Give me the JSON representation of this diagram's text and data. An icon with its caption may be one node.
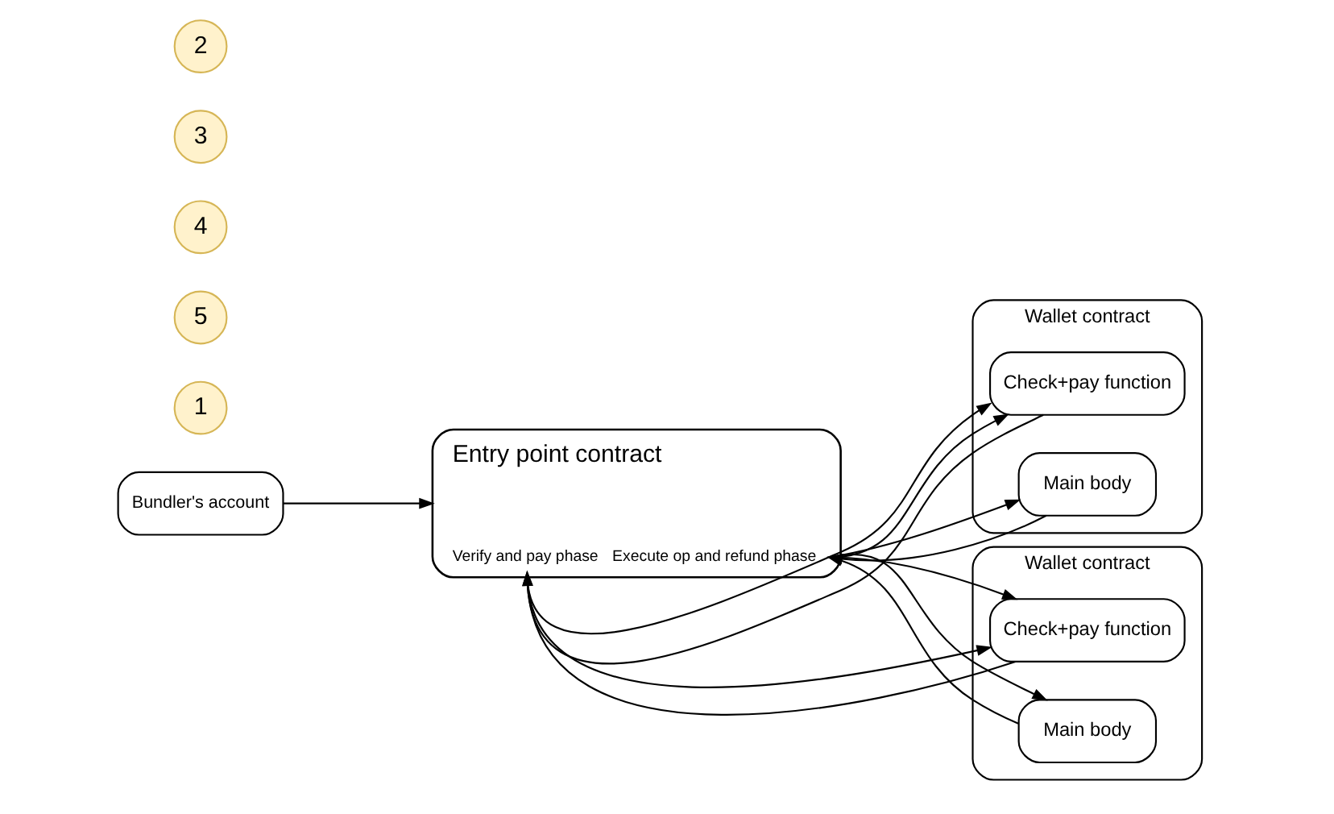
{
  "diagram": {
    "nodes": [
      {
        "text": [
          "Entry point contract",
          "Verify and pay phase",
          "Execute op and refund phase"
        ]
      },
      {
        "text": [
          "Bundler's account"
        ]
      },
      {
        "text": [
          "Wallet contract"
        ]
      },
      {
        "text": [
          "Check+pay function"
        ],
        "in": 2
      },
      {
        "text": [
          "Main body"
        ],
        "in": 2
      },
      {
        "text": [
          "Wallet contract"
        ]
      },
      {
        "text": [
          "Check+pay function"
        ],
        "in": 5
      },
      {
        "text": [
          "Main body"
        ],
        "in": 5
      },
      {
        "text": [
          "1"
        ]
      },
      {
        "text": [
          "2"
        ]
      },
      {
        "text": [
          "3"
        ]
      },
      {
        "text": [
          "4"
        ]
      },
      {
        "text": [
          "5"
        ]
      }
    ],
    "edges": [
      {
        "from": 1,
        "to": 0,
        "arrow": "to"
      },
      {
        "from": 0,
        "to": 6,
        "arrow": "to"
      },
      {
        "from": 6,
        "to": 0,
        "arrow": "to"
      },
      {
        "from": 0,
        "to": 3,
        "arrow": "to"
      },
      {
        "from": 3,
        "to": 0,
        "arrow": "to"
      },
      {
        "from": 0,
        "to": 4,
        "arrow": "to"
      },
      {
        "from": 4,
        "to": 0,
        "arrow": "to"
      },
      {
        "from": 0,
        "to": 3,
        "arrow": "to"
      },
      {
        "from": 0,
        "to": 7,
        "arrow": "to"
      },
      {
        "from": 7,
        "to": 0,
        "arrow": "to"
      },
      {
        "from": 0,
        "to": 6,
        "arrow": "to"
      }
    ]
  }
}
